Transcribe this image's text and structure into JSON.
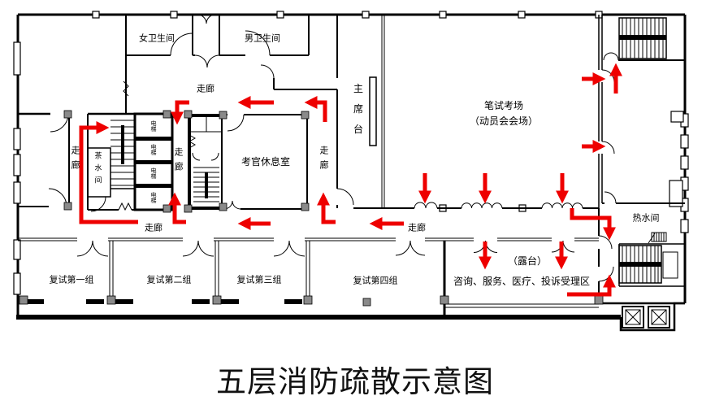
{
  "title": "五层消防疏散示意图",
  "colors": {
    "wall": "#000000",
    "route": "#ee0000",
    "column": "#8a8a8a"
  },
  "labels": {
    "corridor": "走廊",
    "elevator": "电梯"
  },
  "rooms": {
    "women_toilet": "女卫生间",
    "men_toilet": "男卫生间",
    "tea_room": "茶水间",
    "examiner_lounge": "考官休息室",
    "podium_stage": "主席台",
    "exam_hall_line1": "笔试考场",
    "exam_hall_line2": "（动员会会场）",
    "hot_water_room": "热水间",
    "terrace": "（露台）",
    "service_area": "咨询、服务、医疗、投诉受理区",
    "retest_group_1": "复试第一组",
    "retest_group_2": "复试第二组",
    "retest_group_3": "复试第三组",
    "retest_group_4": "复试第四组"
  }
}
